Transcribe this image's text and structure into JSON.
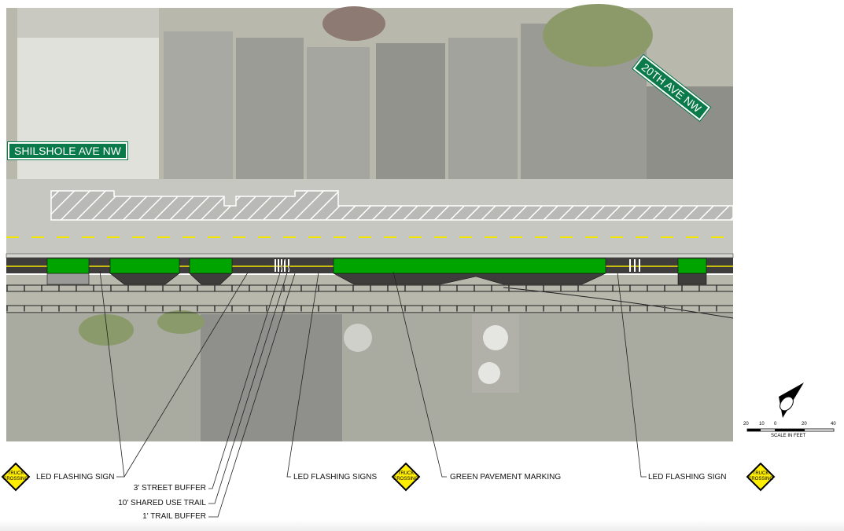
{
  "street_names": {
    "shilshole": "SHILSHOLE AVE NW",
    "avenue_20th": "20TH AVE NW"
  },
  "callouts": {
    "led_flashing_sign_left": "LED FLASHING SIGN",
    "street_buffer": "3' STREET BUFFER",
    "shared_use_trail": "10' SHARED USE TRAIL",
    "trail_buffer": "1' TRAIL BUFFER",
    "led_flashing_signs_center": "LED FLASHING SIGNS",
    "green_pavement_marking": "GREEN PAVEMENT MARKING",
    "led_flashing_sign_right": "LED FLASHING SIGN"
  },
  "truck_sign": {
    "line1": "TRUCK",
    "line2": "CROSSING"
  },
  "scale": {
    "title": "SCALE IN FEET",
    "ticks": [
      "20",
      "10",
      "0",
      "20",
      "40"
    ]
  },
  "colors": {
    "green_marking": "#00a400",
    "trail": "#3f3d3b",
    "center_line": "#f2e600",
    "street_sign": "#0b7a4a",
    "truck_sign": "#ffee00"
  }
}
